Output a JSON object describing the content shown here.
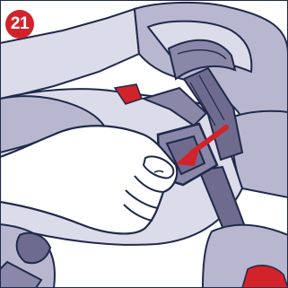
{
  "step": {
    "number": "21"
  },
  "colors": {
    "outline": "#1f2a4a",
    "seat_light": "#dcdbe9",
    "seat_mid": "#b9b7d0",
    "seat_dark": "#8a87a8",
    "strap": "#6f6b8e",
    "hand": "#ffffff",
    "accent_red": "#d2232a",
    "background": "#ffffff"
  },
  "illustration": {
    "subject": "hand-pressing-harness-buckle-release",
    "arrow_direction": "down-left"
  }
}
